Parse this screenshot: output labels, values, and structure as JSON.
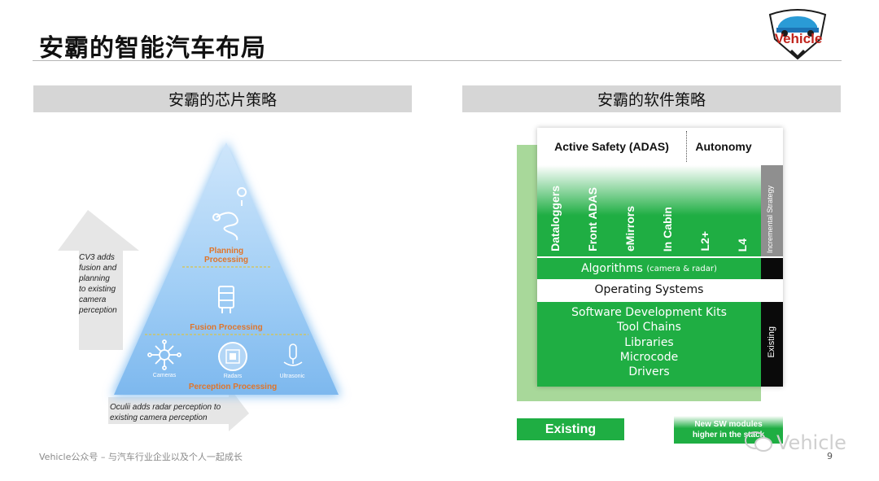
{
  "slide": {
    "title": "安霸的智能汽车布局",
    "footer": "Vehicle公众号 – 与汽车行业企业以及个人一起成长",
    "page_number": "9",
    "logo_text": "Vehicle",
    "watermark": "Vehicle"
  },
  "left": {
    "heading": "安霸的芯片策略",
    "arrow_up_text": [
      "CV3 adds",
      "fusion and",
      "planning",
      "to existing",
      "camera",
      "perception"
    ],
    "arrow_right_text": [
      "Oculii adds radar perception to",
      "existing camera perception"
    ],
    "pyramid": {
      "planning": [
        "Planning",
        "Processing"
      ],
      "fusion": "Fusion Processing",
      "perception": "Perception Processing",
      "sensors": [
        "Cameras",
        "Radars",
        "Ultrasonic"
      ]
    }
  },
  "right": {
    "heading": "安霸的软件策略",
    "header_left": "Active Safety (ADAS)",
    "header_right": "Autonomy",
    "columns": [
      "Dataloggers",
      "Front ADAS",
      "eMirrors",
      "In Cabin",
      "L2+",
      "L4"
    ],
    "side_incremental": "Incremental Strategy",
    "algorithms_main": "Algorithms",
    "algorithms_note": "(camera & radar)",
    "operating_systems": "Operating Systems",
    "sdk_lines": [
      "Software Development Kits",
      "Tool Chains",
      "Libraries",
      "Microcode",
      "Drivers"
    ],
    "side_existing": "Existing",
    "legend_existing": "Existing",
    "legend_new": [
      "New SW modules",
      "higher in the stack"
    ],
    "colors": {
      "green": "#1fae43",
      "light_green": "#a8d89a",
      "dark": "#0a0a0a",
      "grey_band": "#8f8f8f"
    }
  }
}
